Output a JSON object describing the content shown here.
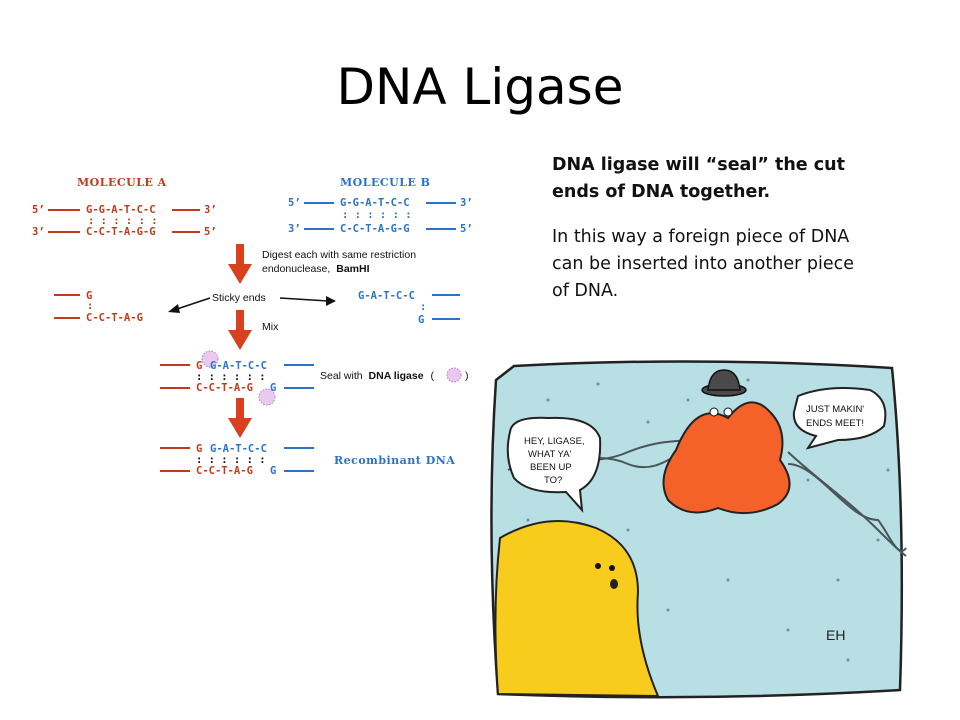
{
  "slide": {
    "title": "DNA Ligase",
    "text_block": {
      "paragraph1": "DNA ligase will “seal” the cut ends of DNA together.",
      "paragraph2": "In this way a foreign piece of DNA can be inserted into another piece of DNA."
    }
  },
  "diagram": {
    "molecule_a": {
      "heading": "MOLECULE A",
      "top_left": "5’",
      "top_seq": "G-G-A-T-C-C",
      "top_right": "3’",
      "pairs": ": : : : : :",
      "bottom_left": "3’",
      "bottom_seq": "C-C-T-A-G-G",
      "bottom_right": "5’"
    },
    "molecule_b": {
      "heading": "MOLECULE B",
      "top_left": "5’",
      "top_seq": "G-G-A-T-C-C",
      "top_right": "3’",
      "pairs": ": : : : : :",
      "bottom_left": "3’",
      "bottom_seq": "C-C-T-A-G-G",
      "bottom_right": "5’"
    },
    "step1_line1": "Digest each with same restriction",
    "step1_line2": "endonuclease,",
    "step1_enzyme": "BamHI",
    "sticky": {
      "label": "Sticky ends",
      "left_top": "G",
      "left_pair": ":",
      "left_bottom": "C-C-T-A-G",
      "right_top": "G-A-T-C-C",
      "right_pair": ":",
      "right_bottom": "G"
    },
    "mix_label": "Mix",
    "sealed": {
      "red_top": "G",
      "blue_top": "G-A-T-C-C",
      "pairs": ": : : : : :",
      "red_bottom": "C-C-T-A-G",
      "blue_bottom": "G",
      "label_prefix": "Seal with",
      "label_bold": "DNA ligase",
      "label_paren_open": "(",
      "label_paren_close": ")"
    },
    "recombinant": {
      "red_top": "G",
      "blue_top": "G-A-T-C-C",
      "pairs": ": : : : : :",
      "red_bottom": "C-C-T-A-G",
      "blue_bottom": "G",
      "label": "Recombinant DNA"
    }
  },
  "cartoon": {
    "bubble_left": [
      "HEY, LIGASE,",
      "WHAT YA'",
      "BEEN UP",
      "TO?"
    ],
    "bubble_right": [
      "JUST MAKIN'",
      "ENDS MEET!"
    ],
    "signature": "EH"
  },
  "colors": {
    "molecule_a": "#c2391b",
    "molecule_b": "#2a73c9",
    "arrow": "#d8401e",
    "cartoon_bg": "#b8dfe4",
    "ligase_orange": "#f4622a",
    "blob_yellow": "#f7cc1c"
  }
}
